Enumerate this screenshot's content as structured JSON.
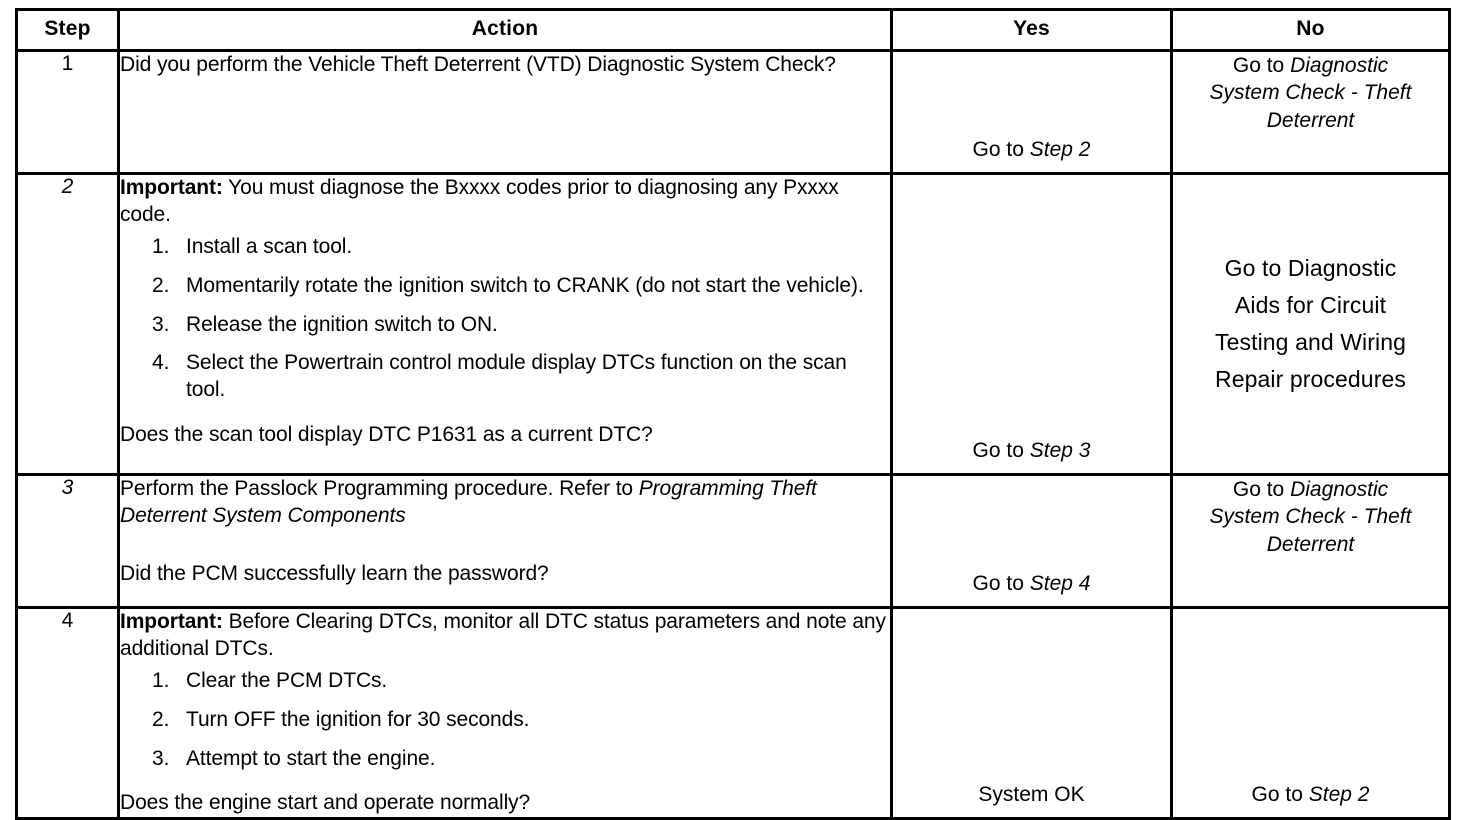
{
  "table": {
    "columns": [
      {
        "key": "step",
        "label": "Step"
      },
      {
        "key": "action",
        "label": "Action"
      },
      {
        "key": "yes",
        "label": "Yes"
      },
      {
        "key": "no",
        "label": "No"
      }
    ],
    "rows": [
      {
        "step": "1",
        "action": {
          "intro": "Did you perform the Vehicle Theft Deterrent (VTD) Diagnostic System Check?"
        },
        "yes": {
          "prefix": "Go to ",
          "target": "Step 2"
        },
        "no": {
          "prefix": "Go to ",
          "target_line1": "Diagnostic",
          "target_line2": "System Check - Theft",
          "target_line3": "Deterrent"
        }
      },
      {
        "step": "2",
        "action": {
          "important_label": "Important:",
          "important_text": " You must diagnose the Bxxxx codes prior to diagnosing any Pxxxx code.",
          "items": [
            "Install a scan tool.",
            "Momentarily rotate the ignition switch to CRANK (do not start the vehicle).",
            "Release the ignition switch to ON.",
            "Select the Powertrain control module display DTCs function on the scan tool."
          ],
          "question": "Does the scan tool display DTC P1631 as a current DTC?"
        },
        "yes": {
          "prefix": "Go to ",
          "target": "Step 3"
        },
        "no": {
          "lines": [
            "Go to Diagnostic",
            "Aids for Circuit",
            "Testing and Wiring",
            "Repair procedures"
          ]
        }
      },
      {
        "step": "3",
        "action": {
          "intro": "Perform the Passlock Programming procedure. Refer to ",
          "intro_italic": "Programming Theft Deterrent System Components",
          "question": "Did the PCM successfully learn the password?"
        },
        "yes": {
          "prefix": "Go to ",
          "target": "Step 4"
        },
        "no": {
          "prefix": "Go to ",
          "target_line1": "Diagnostic",
          "target_line2": "System Check - Theft",
          "target_line3": "Deterrent"
        }
      },
      {
        "step": "4",
        "action": {
          "important_label": "Important:",
          "important_text": " Before Clearing DTCs, monitor all DTC status parameters and note any additional DTCs.",
          "items": [
            "Clear the PCM DTCs.",
            "Turn OFF the ignition for 30 seconds.",
            "Attempt to start the engine."
          ],
          "question": "Does the engine start and operate normally?"
        },
        "yes": {
          "text": "System OK"
        },
        "no": {
          "prefix": "Go to ",
          "target": "Step 2"
        }
      }
    ]
  },
  "colors": {
    "border": "#000000",
    "text": "#000000",
    "background": "#ffffff"
  }
}
